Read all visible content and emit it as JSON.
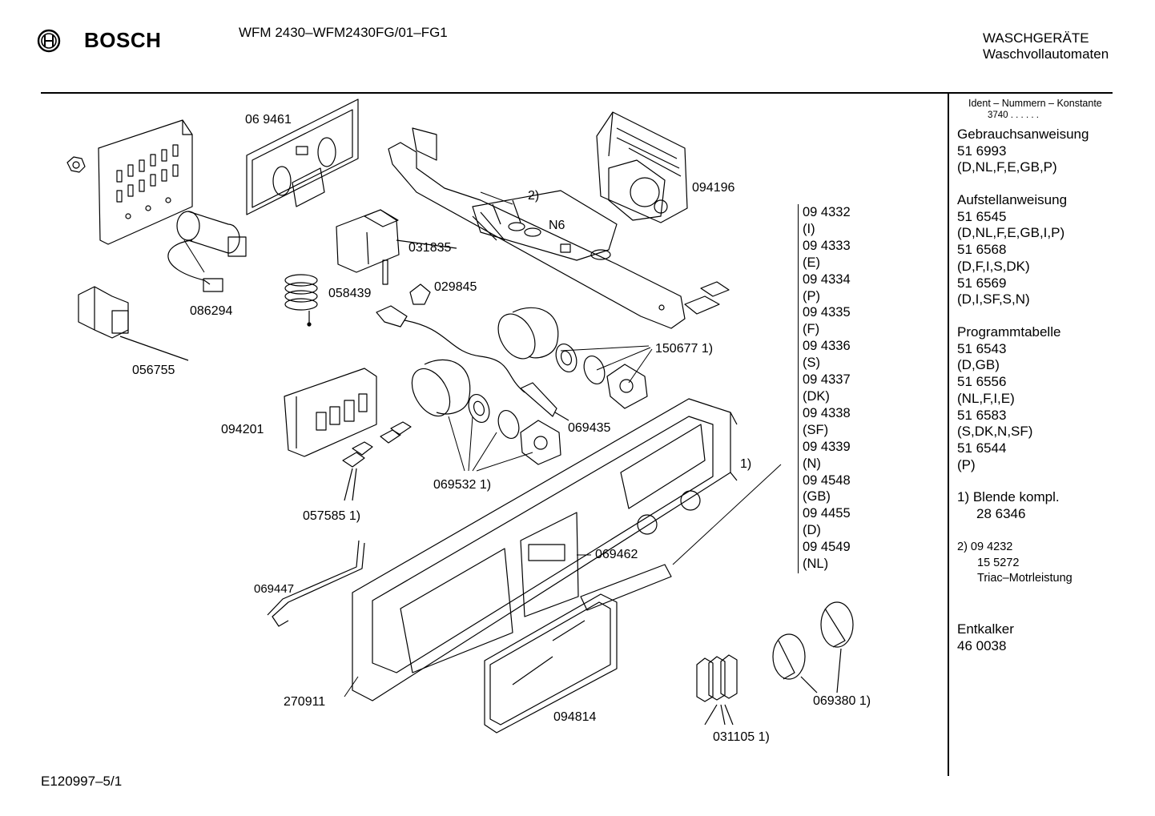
{
  "header": {
    "brand": "BOSCH",
    "model": "WFM 2430–WFM2430FG/01–FG1",
    "category_line1": "WASCHGERÄTE",
    "category_line2": "Waschvollautomaten"
  },
  "footer": {
    "drawing_id": "E120997–5/1"
  },
  "part_labels": [
    "06 9461",
    "094196",
    "2)",
    "N6",
    "031835",
    "058439",
    "029845",
    "086294",
    "056755",
    "150677 1)",
    "069435",
    "094201",
    "069532 1)",
    "057585 1)",
    "069462",
    "1)",
    "069447",
    "270911",
    "094814",
    "031105 1)",
    "069380 1)"
  ],
  "variants": [
    {
      "number": "09 4332",
      "code": "(I)"
    },
    {
      "number": "09 4333",
      "code": "(E)"
    },
    {
      "number": "09 4334",
      "code": "(P)"
    },
    {
      "number": "09 4335",
      "code": "(F)"
    },
    {
      "number": "09 4336",
      "code": "(S)"
    },
    {
      "number": "09 4337",
      "code": "(DK)"
    },
    {
      "number": "09 4338",
      "code": "(SF)"
    },
    {
      "number": "09 4339",
      "code": "(N)"
    },
    {
      "number": "09 4548",
      "code": "(GB)"
    },
    {
      "number": "09 4455",
      "code": "(D)"
    },
    {
      "number": "09 4549",
      "code": "(NL)"
    }
  ],
  "sidebar": {
    "ident_title": "Ident – Nummern – Konstante",
    "ident_value": "3740 . . . . . .",
    "gebrauch": {
      "title": "Gebrauchsanweisung",
      "lines": [
        "51 6993",
        "(D,NL,F,E,GB,P)"
      ]
    },
    "aufstell": {
      "title": "Aufstellanweisung",
      "lines": [
        "51 6545",
        "(D,NL,F,E,GB,I,P)",
        "51 6568",
        "(D,F,I,S,DK)",
        "51 6569",
        "(D,I,SF,S,N)"
      ]
    },
    "programm": {
      "title": "Programmtabelle",
      "lines": [
        "51 6543",
        "(D,GB)",
        "51 6556",
        "(NL,F,I,E)",
        "51 6583",
        "(S,DK,N,SF)",
        "51 6544",
        "(P)"
      ]
    },
    "note1": {
      "line1": "1) Blende kompl.",
      "line2": "28 6346"
    },
    "note2": {
      "line1": "2)  09 4232",
      "line2": "15 5272",
      "line3": "Triac–Motrleistung"
    },
    "entkalker": {
      "title": "Entkalker",
      "value": "46 0038"
    }
  }
}
